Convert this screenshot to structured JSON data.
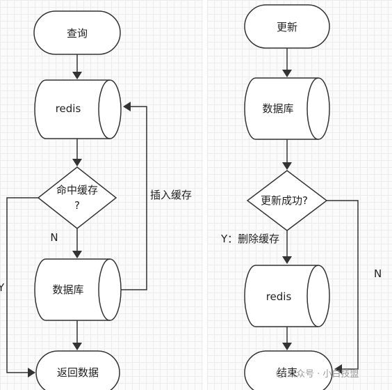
{
  "left_flow": {
    "start": "查询",
    "cache": "redis",
    "decision_line1": "命中缓存",
    "decision_line2": "?",
    "no_label": "N",
    "yes_label": "Y",
    "db": "数据库",
    "insert_label": "插入缓存",
    "end": "返回数据"
  },
  "right_flow": {
    "start": "更新",
    "db": "数据库",
    "decision": "更新成功?",
    "yes_label": "Y：删除缓存",
    "no_label": "N",
    "cache": "redis",
    "end": "结束"
  },
  "watermark": "公众号 · 小白技盟",
  "colors": {
    "stroke": "#333333",
    "grid": "#ececec",
    "fill": "#ffffff"
  }
}
